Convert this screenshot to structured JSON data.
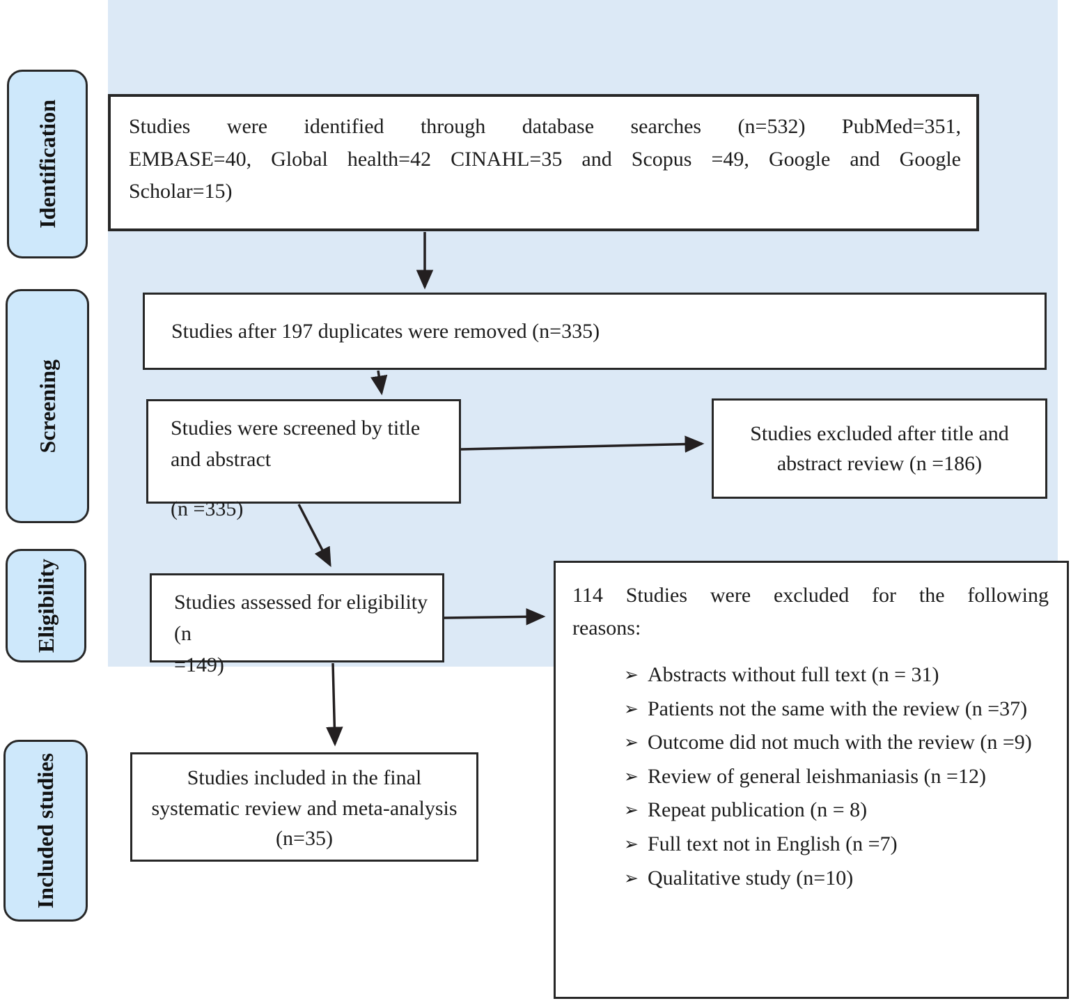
{
  "stages": [
    {
      "label": "Identification"
    },
    {
      "label": "Screening"
    },
    {
      "label": "Eligibility"
    },
    {
      "label": "Included studies"
    }
  ],
  "boxes": {
    "identified": {
      "lines": [
        "Studies were identified through database searches (n=532) PubMed=351,",
        "EMBASE=40, Global health=42 CINAHL=35 and Scopus =49, Google and Google",
        "Scholar=15)"
      ]
    },
    "duplicates": {
      "text": "Studies after 197 duplicates were removed (n=335)"
    },
    "screened": {
      "lines": [
        "Studies were screened by title and abstract",
        "(n =335)"
      ]
    },
    "excluded_title_abstract": {
      "text": "Studies excluded after title and abstract review (n =186)"
    },
    "eligibility": {
      "lines": [
        "Studies assessed for eligibility (n",
        "=149)"
      ]
    },
    "included": {
      "lines": [
        "Studies included in the final",
        "systematic review and meta-analysis",
        "(n=35)"
      ]
    },
    "excluded_reasons": {
      "heading_lines": [
        "114 Studies were excluded for the following",
        "reasons:"
      ],
      "bullet": "➢",
      "items": [
        "Abstracts without full text (n = 31)",
        "Patients not the same with the review (n =37)",
        "Outcome did not much with the review (n =9)",
        "Review of general leishmaniasis (n =12)",
        "Repeat publication (n = 8)",
        "Full text not in English (n =7)",
        "Qualitative study (n=10)"
      ]
    }
  },
  "colors": {
    "background_panel": "#dce9f6",
    "stage_fill": "#cee8fb",
    "border": "#272727",
    "arrow": "#231f20"
  }
}
